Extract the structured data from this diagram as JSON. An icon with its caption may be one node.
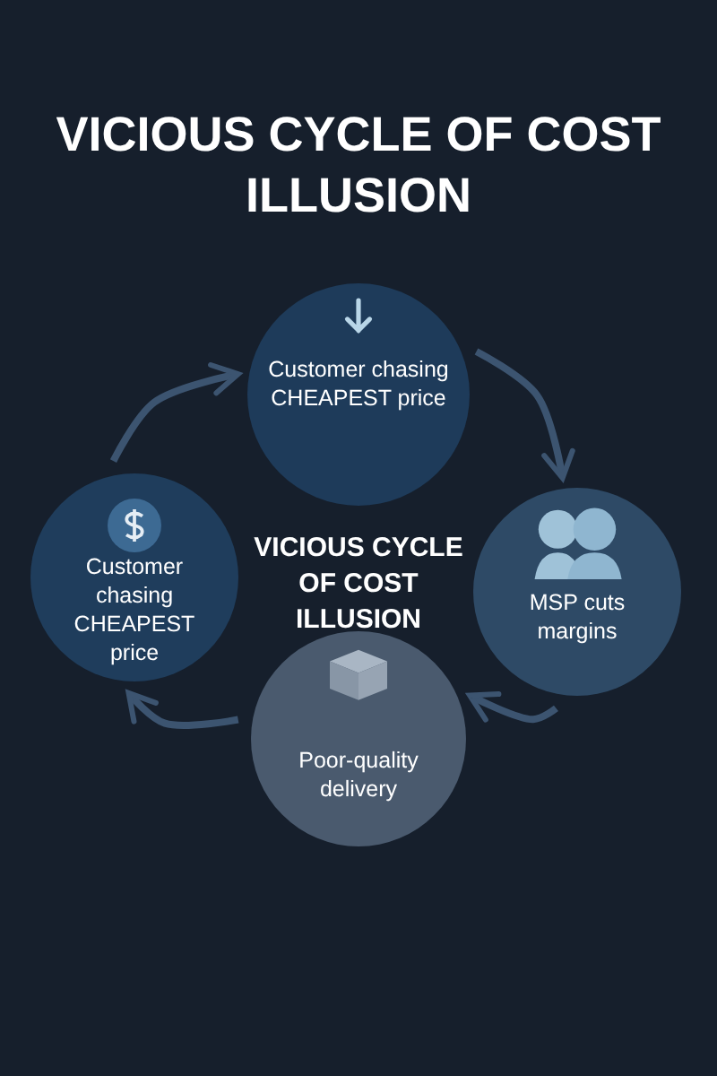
{
  "diagram": {
    "title": "VICIOUS CYCLE OF COST ILLUSION",
    "nodes": [
      {
        "text": [
          "Customer chasing CHEAPEST price"
        ]
      },
      {
        "text": [
          "MSP cuts margins"
        ]
      },
      {
        "text": [
          "Poor-quality delivery"
        ]
      },
      {
        "text": [
          "Customer chasing CHEAPEST price"
        ]
      }
    ],
    "edges": [
      {
        "from": 3,
        "to": 0,
        "arrow": "to"
      },
      {
        "from": 0,
        "to": 1,
        "arrow": "to"
      },
      {
        "from": 1,
        "to": 2,
        "arrow": "to"
      },
      {
        "from": 2,
        "to": 3,
        "arrow": "to"
      }
    ],
    "labels": [
      "VICIOUS CYCLE OF COST ILLUSION"
    ]
  }
}
